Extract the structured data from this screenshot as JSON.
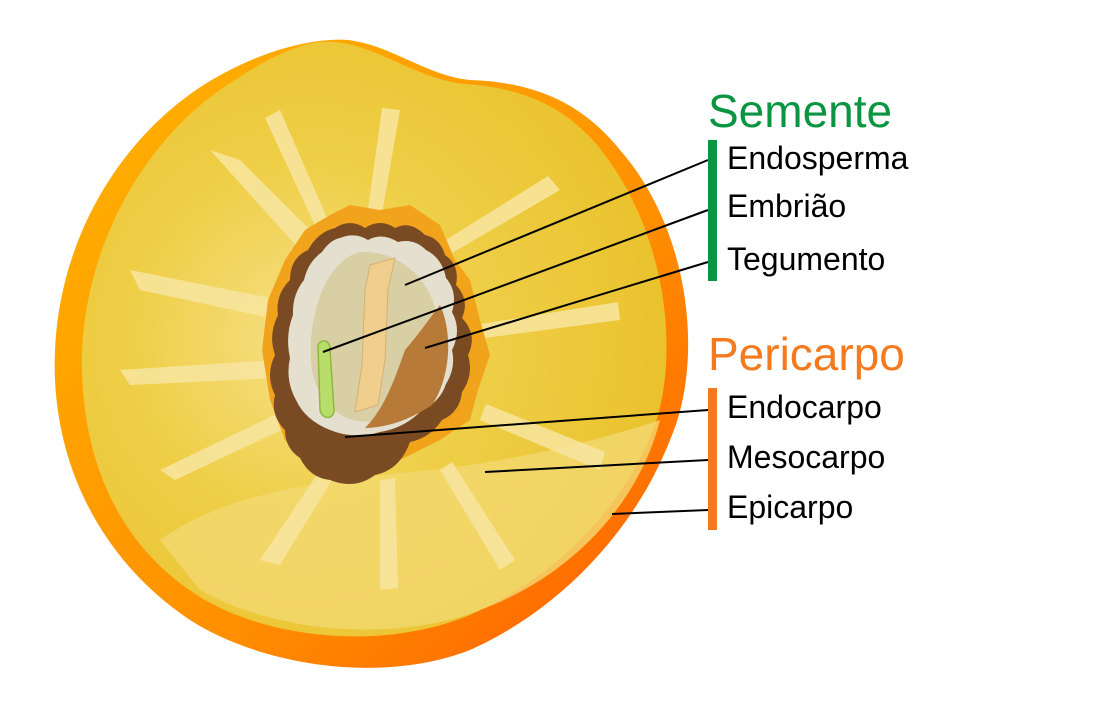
{
  "groups": {
    "seed": {
      "title": "Semente",
      "color": "#0a9640",
      "labels": [
        "Endosperma",
        "Embrião",
        "Tegumento"
      ]
    },
    "pericarp": {
      "title": "Pericarpo",
      "color": "#f47a1f",
      "labels": [
        "Endocarpo",
        "Mesocarpo",
        "Epicarpo"
      ]
    }
  },
  "colors": {
    "epicarp": "#ff7a00",
    "mesocarp": "#edc531",
    "mesocarp_light": "#f5dc7c",
    "endocarp_shell": "#7a4b22",
    "tegument": "#b77a38",
    "endosperm": "#d9cfa5",
    "embryo": "#b9dd6a"
  }
}
